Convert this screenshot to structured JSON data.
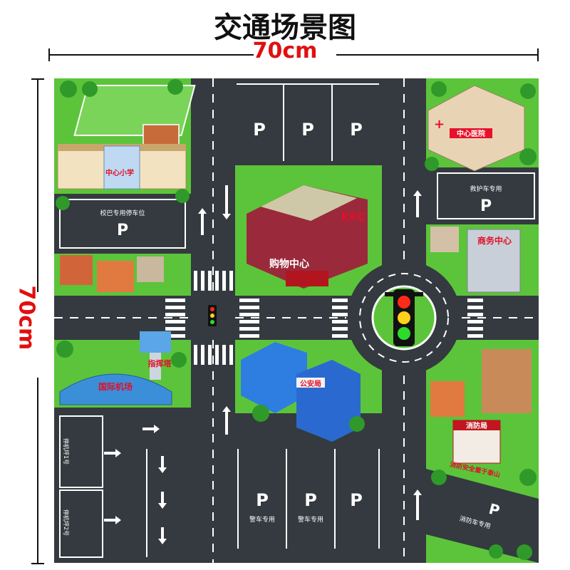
{
  "title": "交通场景图",
  "width_label": "70cm",
  "height_label": "70cm",
  "map": {
    "school": "中心小学",
    "school_bus_parking": "校巴专用停车位",
    "parking_letter": "P",
    "ambulance_parking": "救护车专用",
    "mall": "购物中心",
    "kfc": "KFC",
    "business_center": "商务中心",
    "hospital": "中心医院",
    "airport": "国际机场",
    "control_tower": "指挥塔",
    "public_security": "公安局",
    "fire_station": "消防局",
    "fire_slogan": "消防安全重于泰山",
    "fire_parking": "消防车专用",
    "police_parking": "警车专用",
    "apron_1": "停机坪1号",
    "apron_2": "停机坪2号"
  },
  "colors": {
    "grass": "#5cc43a",
    "road": "#343a3f",
    "marking": "#ffffff",
    "title_dim": "#e01010"
  }
}
